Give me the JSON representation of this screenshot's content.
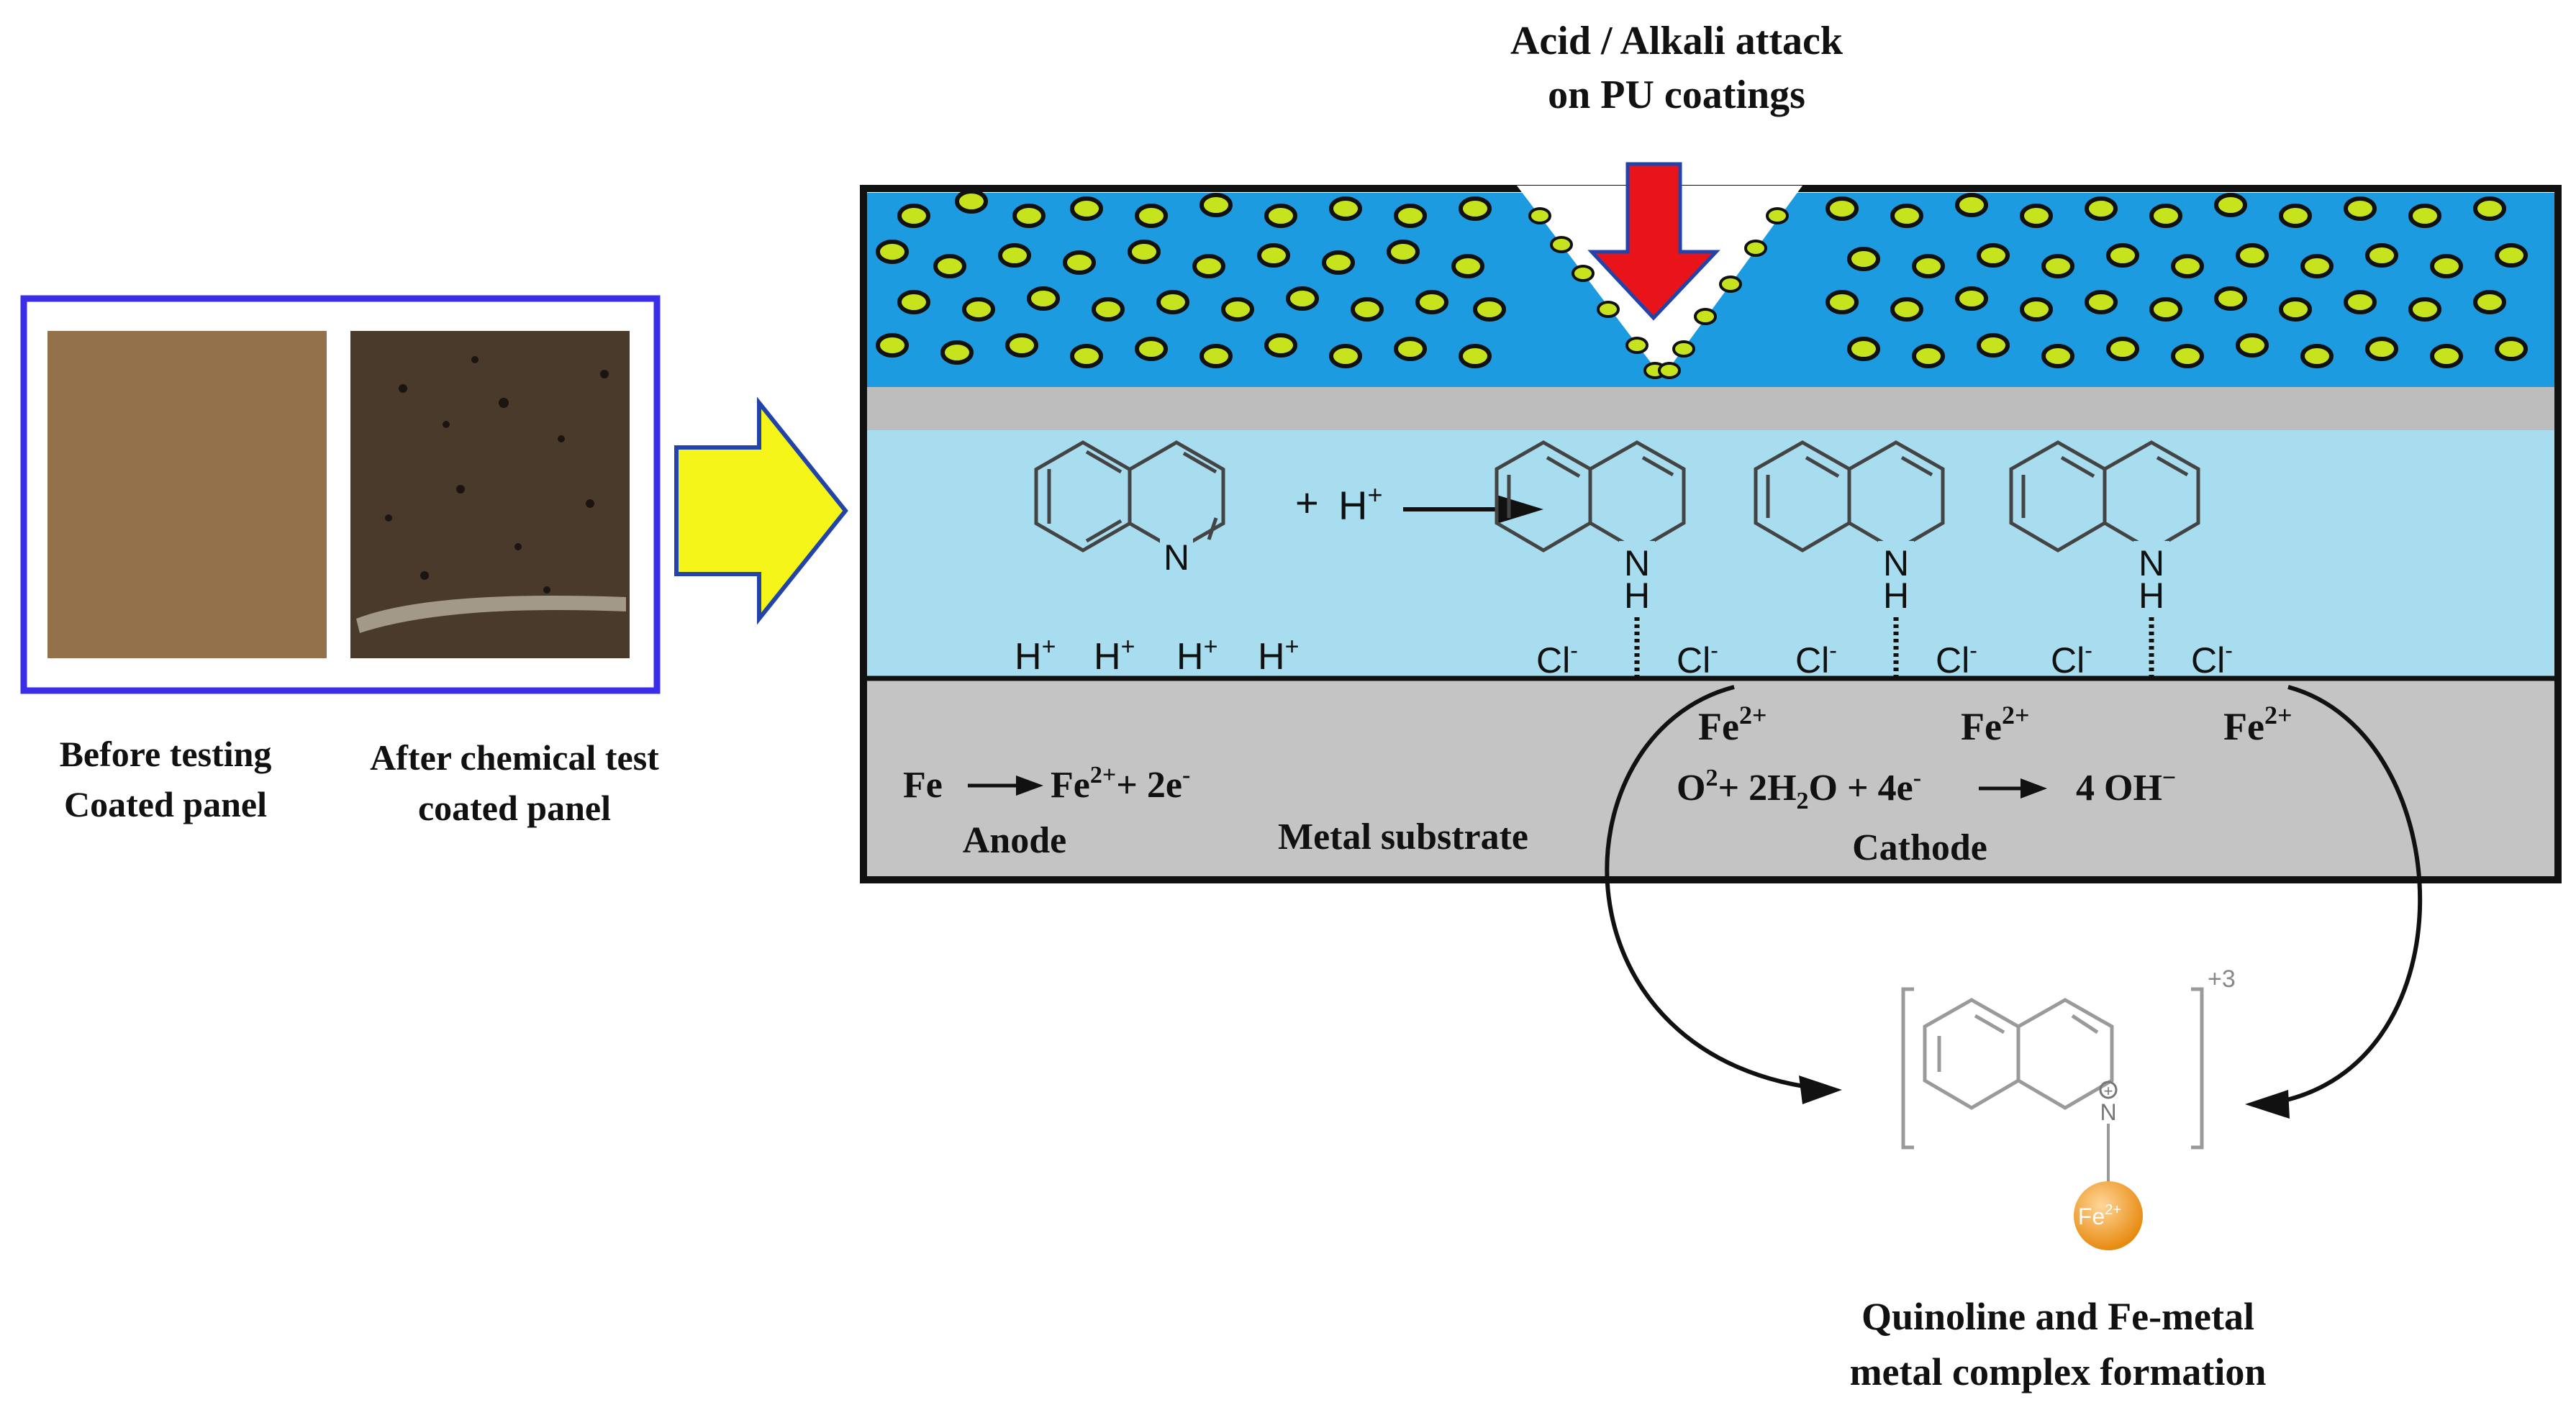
{
  "attack": {
    "line1": "Acid / Alkali attack",
    "line2": "on PU coatings"
  },
  "panels": {
    "before": {
      "line1": "Before testing",
      "line2": "Coated panel"
    },
    "after": {
      "line1": "After chemical test",
      "line2": "coated panel"
    },
    "frame_color": "#3a2ee8",
    "before_color": "#8b6a45",
    "after_color": "#4a3a2c"
  },
  "layers": {
    "pu_color": "#1c9be0",
    "pigment_color": "#c6e31d",
    "primer_color": "#bdbdbd",
    "solution_color": "#a8dcef",
    "metal_color": "#c4c4c4"
  },
  "reaction": {
    "plus": "+",
    "h_plus": "H",
    "h_plus_sup": "+",
    "n": "N",
    "h": "H",
    "cl": "Cl",
    "cl_sup": "-",
    "fe": "Fe",
    "fe_sup": "2+"
  },
  "anode": {
    "fe": "Fe",
    "product": "Fe",
    "product_sup": "2+",
    "tail": "+ 2e",
    "tail_sup": "-",
    "label": "Anode"
  },
  "metal_label": "Metal substrate",
  "cathode": {
    "o": "O",
    "o_sup": "2",
    "mid": "+ 2H",
    "mid_sub": "2",
    "mid2": "O + 4e",
    "mid2_sup": "-",
    "product": "4 OH",
    "product_sup": "−",
    "label": "Cathode"
  },
  "complex": {
    "charge": "+3",
    "n": "N",
    "plus_mark": "+",
    "fe": "Fe",
    "fe_sup": "2+",
    "line1": "Quinoline and Fe-metal",
    "line2": "metal complex formation"
  },
  "colors": {
    "attack_arrow": "#e8141a",
    "big_arrow_fill": "#f5f51a",
    "big_arrow_stroke": "#2244aa",
    "fe_ball": "#f0a030"
  }
}
